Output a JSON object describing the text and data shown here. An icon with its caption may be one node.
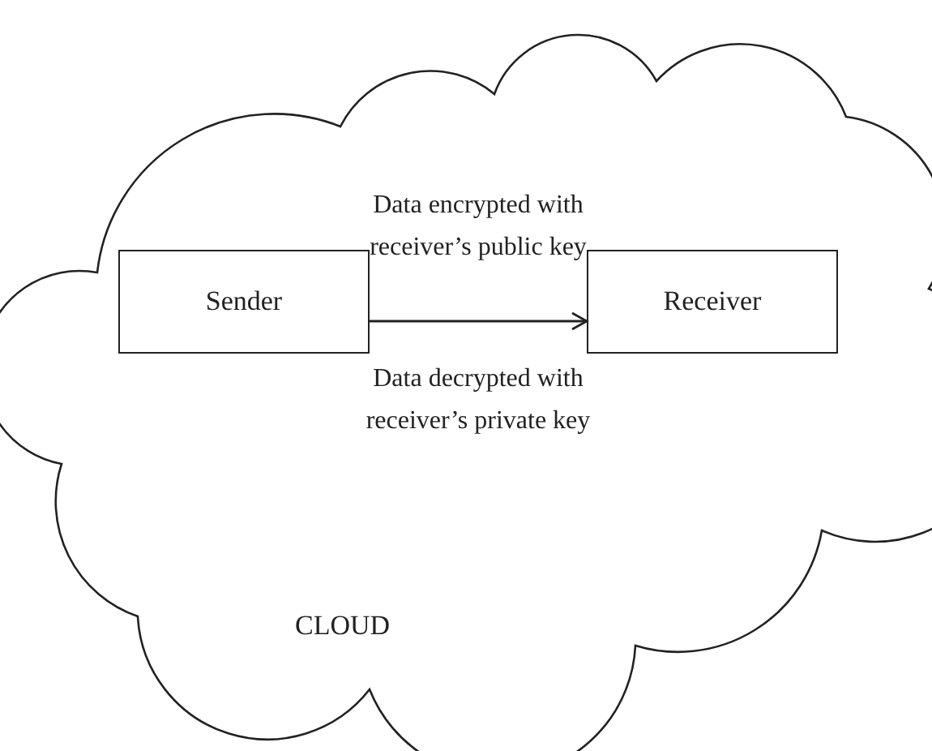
{
  "diagram": {
    "nodes": [
      {
        "text": [
          "CLOUD"
        ]
      },
      {
        "text": [
          "Sender"
        ],
        "in": 0
      },
      {
        "text": [
          "Receiver"
        ],
        "in": 0
      }
    ],
    "edges": [
      {
        "from": 1,
        "to": 2,
        "arrow": "to",
        "label": "Data encrypted with receiver’s public key"
      }
    ],
    "labels": [
      "Data decrypted with receiver’s private key"
    ]
  }
}
